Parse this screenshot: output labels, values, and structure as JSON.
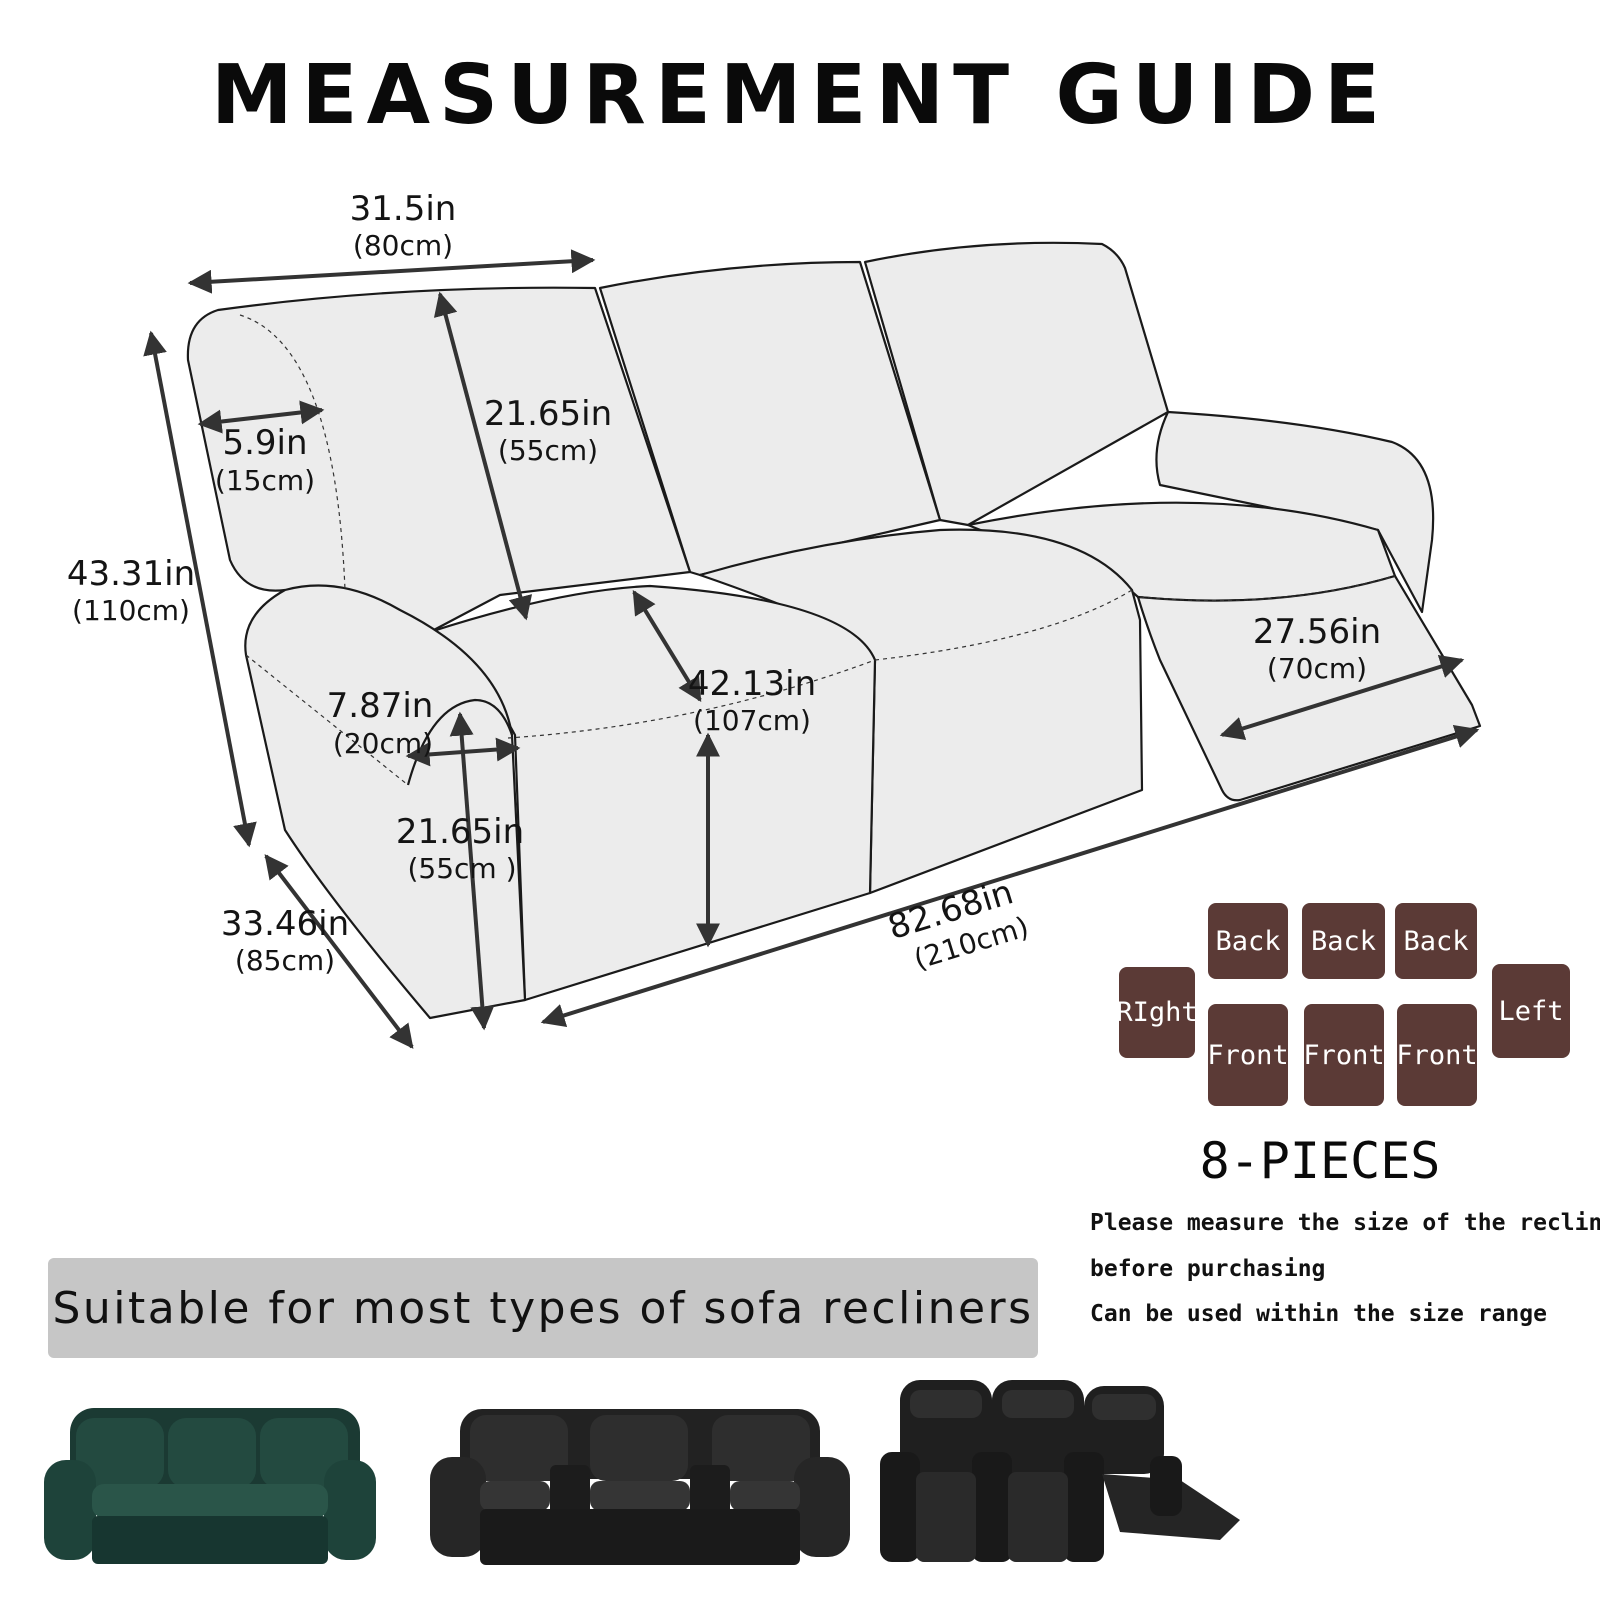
{
  "title": "MEASUREMENT GUIDE",
  "dimensions": [
    {
      "in": "31.5in",
      "cm": "(80cm)"
    },
    {
      "in": "5.9in",
      "cm": "(15cm)"
    },
    {
      "in": "21.65in",
      "cm": "(55cm)"
    },
    {
      "in": "43.31in",
      "cm": "(110cm)"
    },
    {
      "in": "7.87in",
      "cm": "(20cm)"
    },
    {
      "in": "42.13in",
      "cm": "(107cm)"
    },
    {
      "in": "21.65in",
      "cm": "(55cm )"
    },
    {
      "in": "33.46in",
      "cm": "(85cm)"
    },
    {
      "in": "82.68in",
      "cm": "(210cm)"
    },
    {
      "in": "27.56in",
      "cm": "(70cm)"
    }
  ],
  "pieces": {
    "back": [
      "Back",
      "Back",
      "Back"
    ],
    "front": [
      "Front",
      "Front",
      "Front"
    ],
    "right": "RIght",
    "left": "Left",
    "label": "8-PIECES"
  },
  "notes": [
    "Please measure the size of the recliner",
    "before purchasing",
    "Can be used within the size range"
  ],
  "banner": "Suitable for most types of sofa recliners",
  "colors": {
    "piece": "#5b3a36",
    "banner": "#c6c6c6",
    "sofa_fill": "#ececec",
    "outline": "#1a1a1a",
    "arrow": "#333333"
  },
  "photos": [
    "dark green leather reclining sofa",
    "black leather reclining sofa with console",
    "black theater recliners"
  ]
}
